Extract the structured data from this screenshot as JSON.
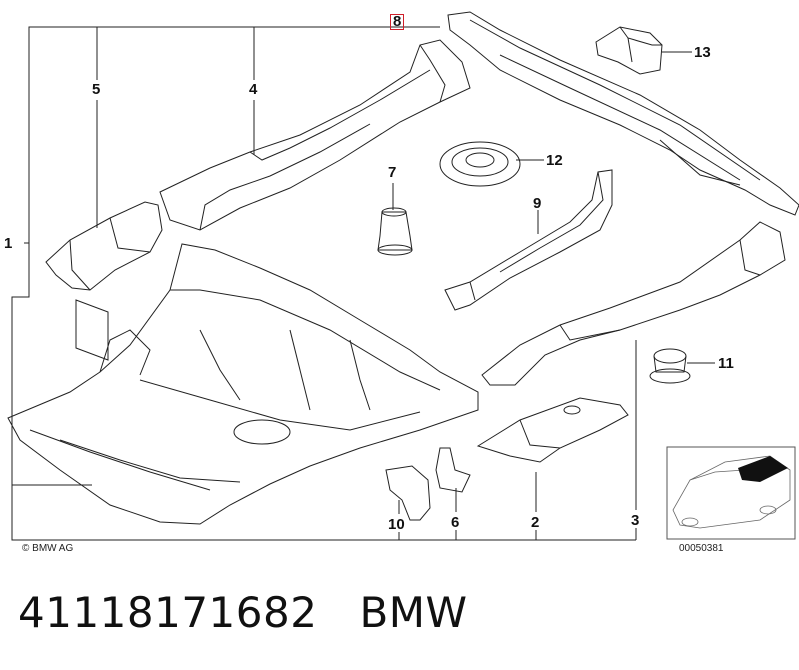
{
  "callouts": {
    "c1": "1",
    "c2": "2",
    "c3": "3",
    "c4": "4",
    "c5": "5",
    "c6": "6",
    "c7": "7",
    "c8": "8",
    "c9": "9",
    "c10": "10",
    "c11": "11",
    "c12": "12",
    "c13": "13"
  },
  "copyright": "© BMW AG",
  "diagram_id": "00050381",
  "part_number": "41118171682",
  "brand": "BMW",
  "colors": {
    "line": "#222222",
    "highlight_box": "#d0202a",
    "background": "#ffffff"
  }
}
